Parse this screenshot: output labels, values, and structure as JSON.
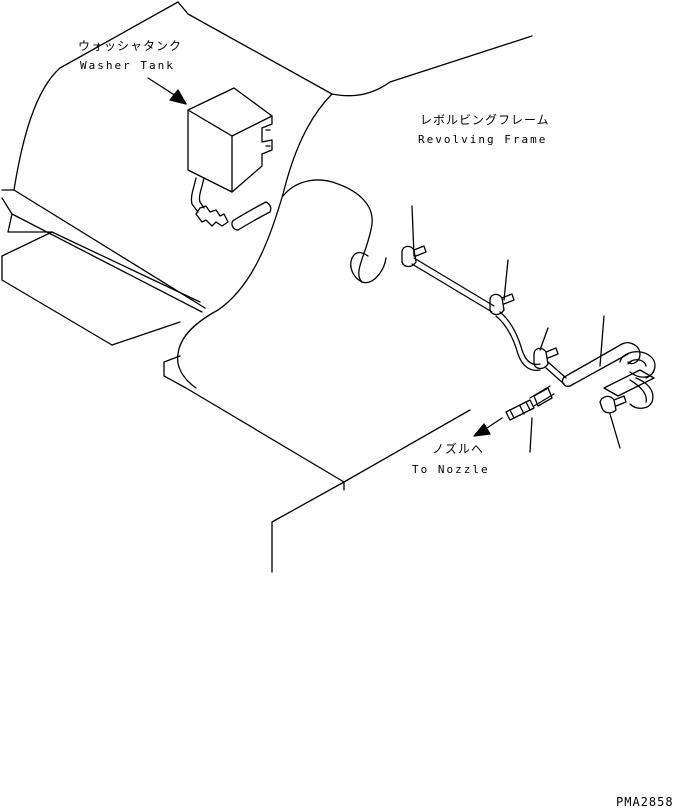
{
  "labels": {
    "washer_tank_jp": "ウォッシャタンク",
    "washer_tank_en": "Washer Tank",
    "revolving_frame_jp": "レボルビングフレーム",
    "revolving_frame_en": "Revolving Frame",
    "to_nozzle_jp": "ノズルへ",
    "to_nozzle_en": "To Nozzle",
    "drawing_code": "PMA2858"
  },
  "colors": {
    "ink": "#000000",
    "paper": "#ffffff"
  }
}
